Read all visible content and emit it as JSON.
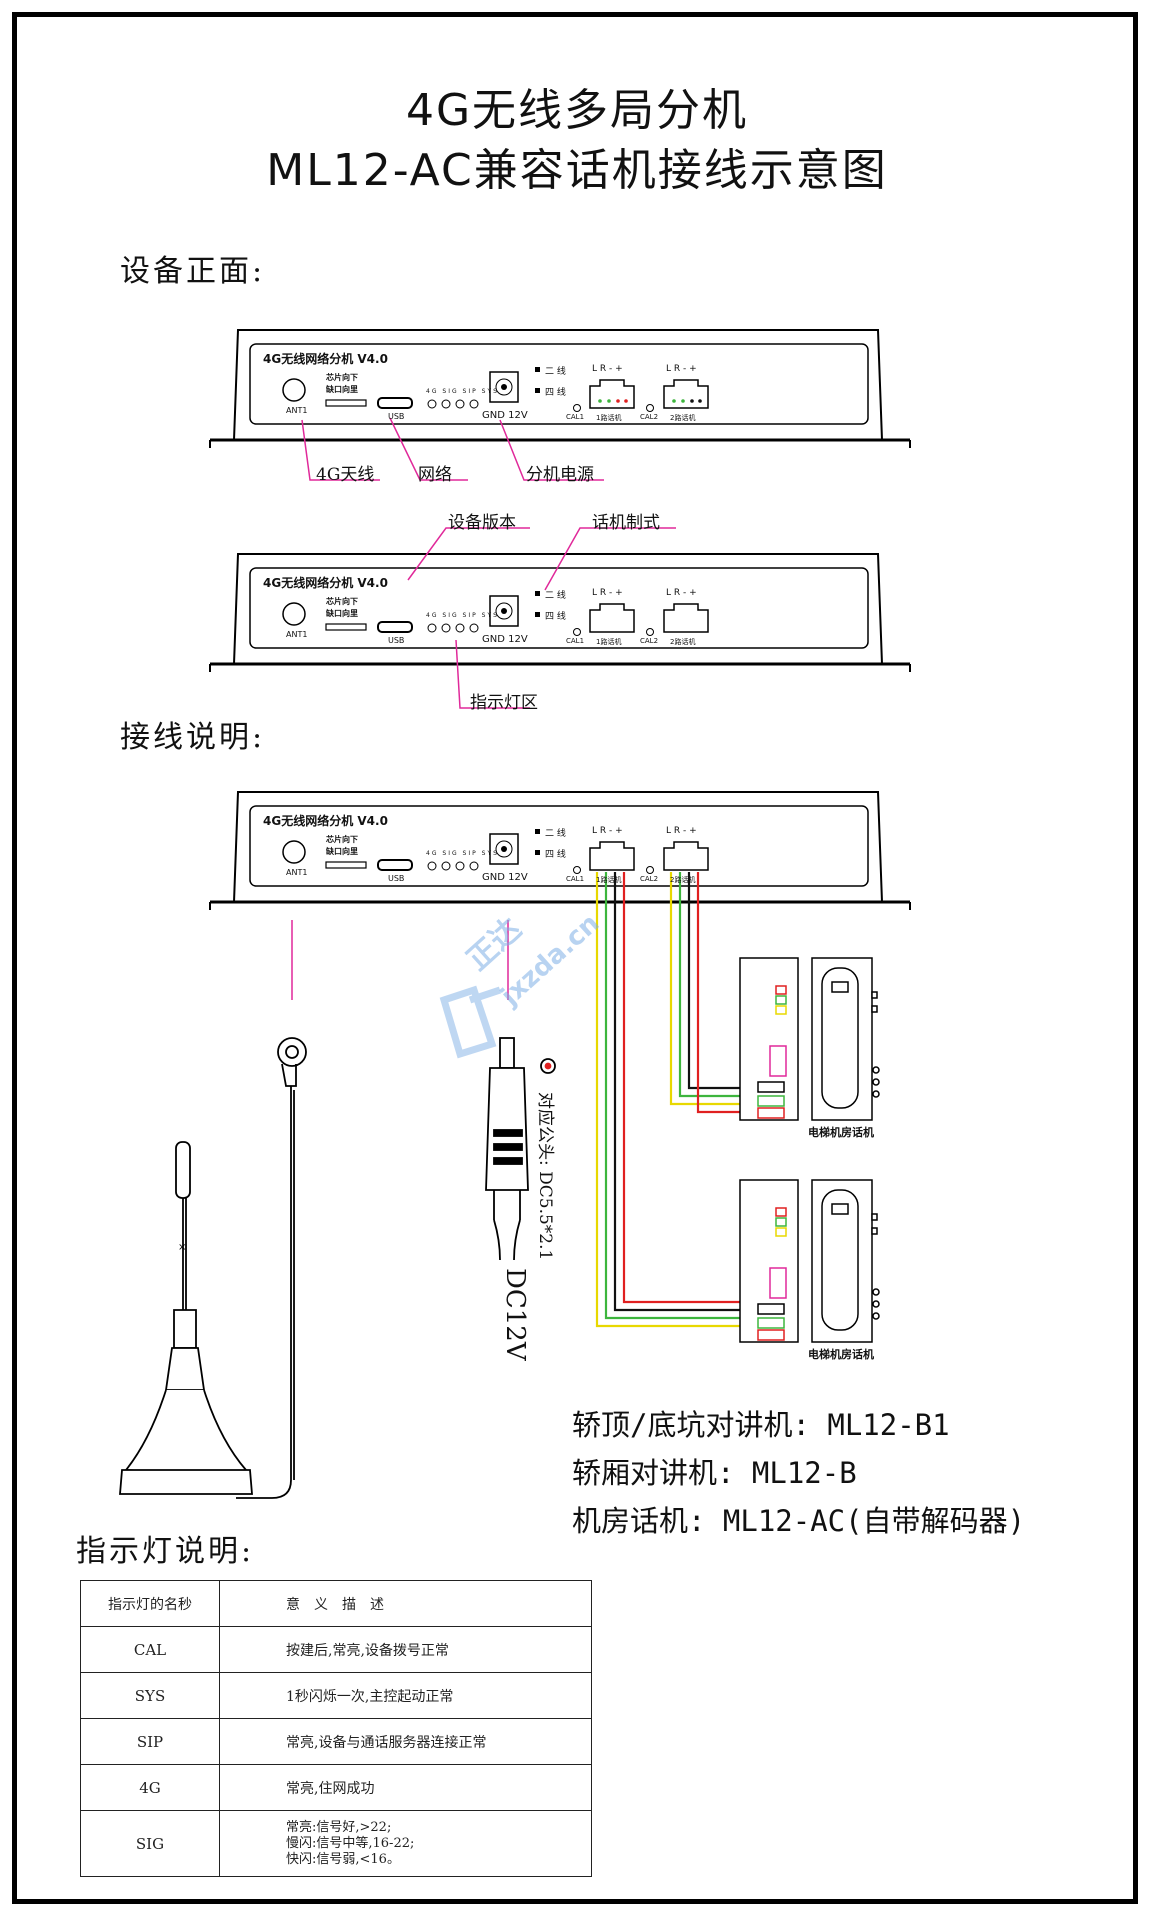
{
  "title_line1": "4G无线多局分机",
  "title_line2": "ML12-AC兼容话机接线示意图",
  "sections": {
    "front": "设备正面:",
    "wiring": "接线说明:",
    "indicator": "指示灯说明:"
  },
  "device": {
    "name": "4G无线网络分机 V4.0",
    "chip_note_1": "芯片向下",
    "chip_note_2": "缺口向里",
    "ant_label": "ANT1",
    "usb_label": "USB",
    "led_labels": [
      "4G",
      "SIG",
      "SIP",
      "SYS"
    ],
    "power_label": "GND 12V",
    "mode_two": "二 线",
    "mode_four": "四 线",
    "port_pins": "L R - +",
    "cal1": "CAL1",
    "phone1": "1路话机",
    "cal2": "CAL2",
    "phone2": "2路话机"
  },
  "callouts": {
    "antenna": "4G天线",
    "network": "网络",
    "power": "分机电源",
    "version": "设备版本",
    "phone_mode": "话机制式",
    "led_area": "指示灯区"
  },
  "wiring": {
    "connector_note": "对应公头: DC5.5*2.1",
    "dc_label": "DC12V",
    "phone_label": "电梯机房话机",
    "watermark_cn": "正达",
    "watermark_en": "jxzda.cn"
  },
  "models": [
    "轿顶/底坑对讲机: ML12-B1",
    "轿厢对讲机: ML12-B",
    "机房话机: ML12-AC(自带解码器)"
  ],
  "indicator_table": {
    "header": [
      "指示灯的名秒",
      "意　义　描　述"
    ],
    "rows": [
      {
        "name": "CAL",
        "desc": "按建后,常亮,设备拨号正常"
      },
      {
        "name": "SYS",
        "desc": "1秒闪烁一次,主控起动正常"
      },
      {
        "name": "SIP",
        "desc": "常亮,设备与通话服务器连接正常"
      },
      {
        "name": "4G",
        "desc": "常亮,住网成功"
      }
    ],
    "sig": {
      "name": "SIG",
      "lines": [
        "常亮:信号好,>22;",
        "慢闪:信号中等,16-22;",
        "快闪:信号弱,<16。"
      ]
    }
  },
  "colors": {
    "callout_line": "#e0299a",
    "wire_yellow": "#e8d800",
    "wire_green": "#3db53d",
    "wire_red": "#e02020",
    "wire_black": "#111111",
    "watermark": "#7fb0e6"
  }
}
